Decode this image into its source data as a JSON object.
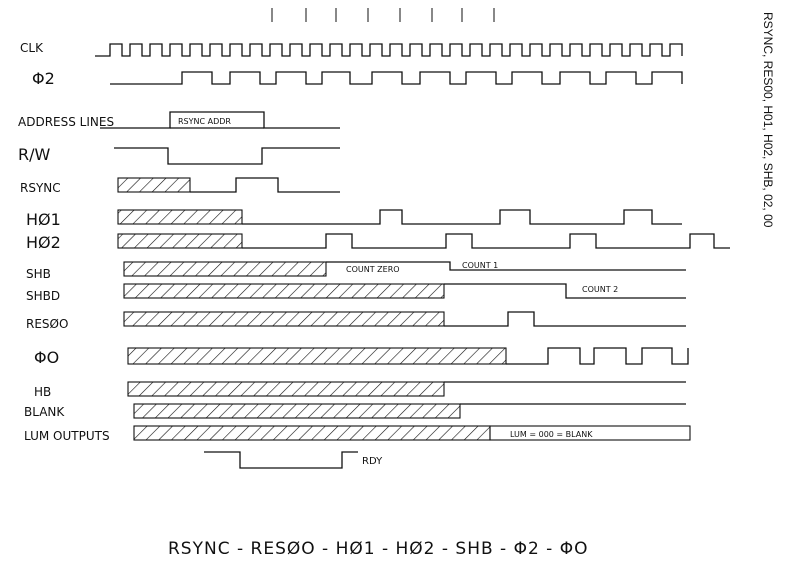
{
  "side_title": "RSYNC, RES00, H01, H02, SHB, 02, 00",
  "caption": "RSYNC - RESØO - HØ1 - HØ2 - SHB - Φ2 - ΦO",
  "signals": [
    {
      "id": "clk",
      "label": "CLK"
    },
    {
      "id": "phi2",
      "label": "Φ2"
    },
    {
      "id": "addr",
      "label": "ADDRESS LINES"
    },
    {
      "id": "rw",
      "label": "R/W"
    },
    {
      "id": "rsync",
      "label": "RSYNC"
    },
    {
      "id": "h01",
      "label": "HØ1"
    },
    {
      "id": "h02",
      "label": "HØ2"
    },
    {
      "id": "shb",
      "label": "SHB"
    },
    {
      "id": "shbd",
      "label": "SHBD"
    },
    {
      "id": "res0",
      "label": "RESØO"
    },
    {
      "id": "phi0",
      "label": "ΦO"
    },
    {
      "id": "hb",
      "label": "HB"
    },
    {
      "id": "blank",
      "label": "BLANK"
    },
    {
      "id": "lum",
      "label": "LUM OUTPUTS"
    }
  ],
  "annotations": {
    "rsync_addr": "RSYNC ADDR",
    "count_zero": "COUNT ZERO",
    "count_1": "COUNT 1",
    "count_2": "COUNT 2",
    "lum_blank": "LUM = 000 = BLANK",
    "rdy": "RDY"
  }
}
